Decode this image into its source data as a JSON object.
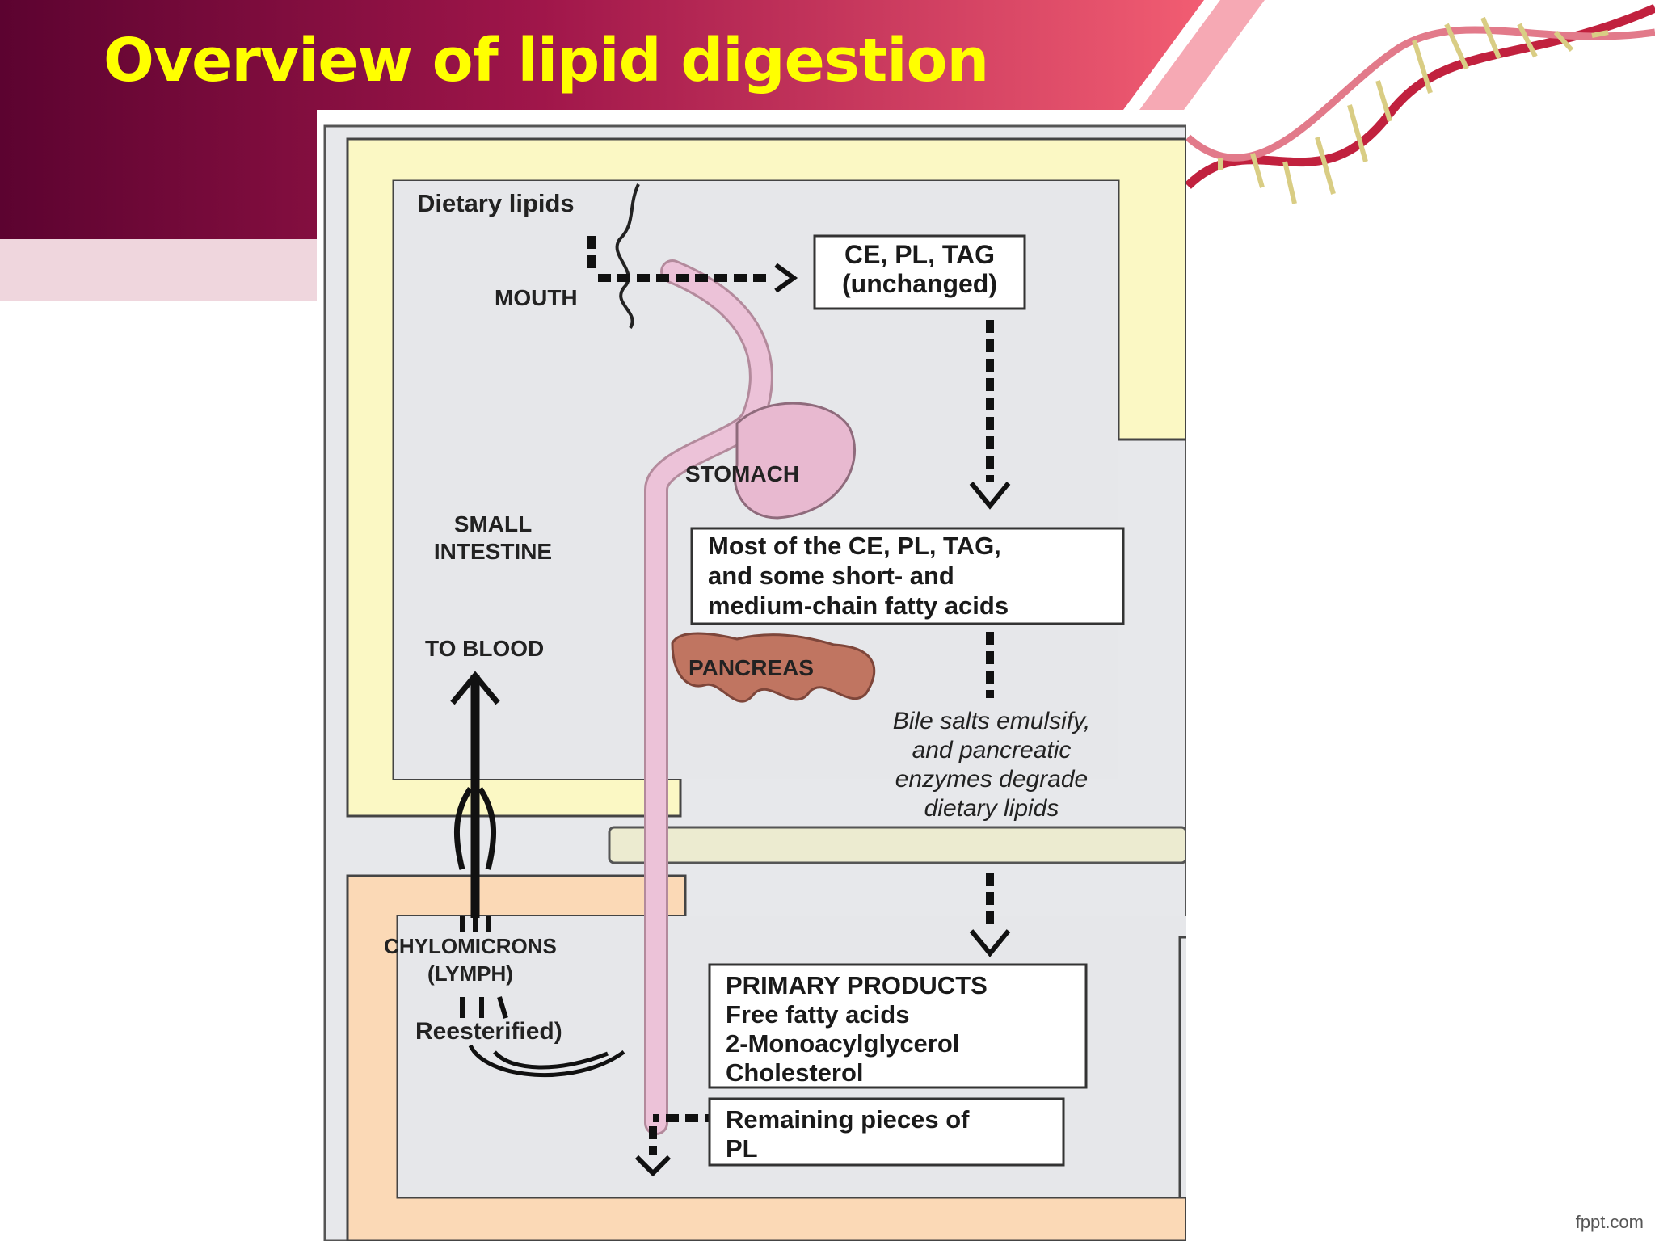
{
  "slide": {
    "title": "Overview of lipid digestion",
    "footer": "fppt.com"
  },
  "diagram": {
    "labels": {
      "dietary_lipids": "Dietary lipids",
      "mouth": "MOUTH",
      "stomach": "STOMACH",
      "small_intestine_1": "SMALL",
      "small_intestine_2": "INTESTINE",
      "to_blood": "TO BLOOD",
      "pancreas": "PANCREAS",
      "chylomicrons": "CHYLOMICRONS",
      "lymph": "(LYMPH)",
      "reesterified": "Reesterified)"
    },
    "unchanged_box": [
      "CE, PL, TAG",
      "(unchanged)"
    ],
    "stomach_box": [
      "Most of the CE, PL, TAG,",
      "and some short- and",
      "medium-chain fatty acids"
    ],
    "bile_note": [
      "Bile salts emulsify,",
      "and pancreatic",
      "enzymes degrade",
      "dietary lipids"
    ],
    "products_box": [
      "PRIMARY PRODUCTS",
      "Free fatty acids",
      "2-Monoacylglycerol",
      "Cholesterol"
    ],
    "remaining_box": [
      "Remaining pieces of",
      "PL"
    ]
  },
  "colors": {
    "title": "#ffff00",
    "banner_dark": "#5c0330",
    "banner_red": "#e8405c",
    "panel_yellow": "#fbf8c4",
    "panel_peach": "#fbd9b6",
    "panel_gray": "#e6e7ea",
    "gut_pink": "#eab9d2",
    "pancreas": "#c0725f"
  }
}
